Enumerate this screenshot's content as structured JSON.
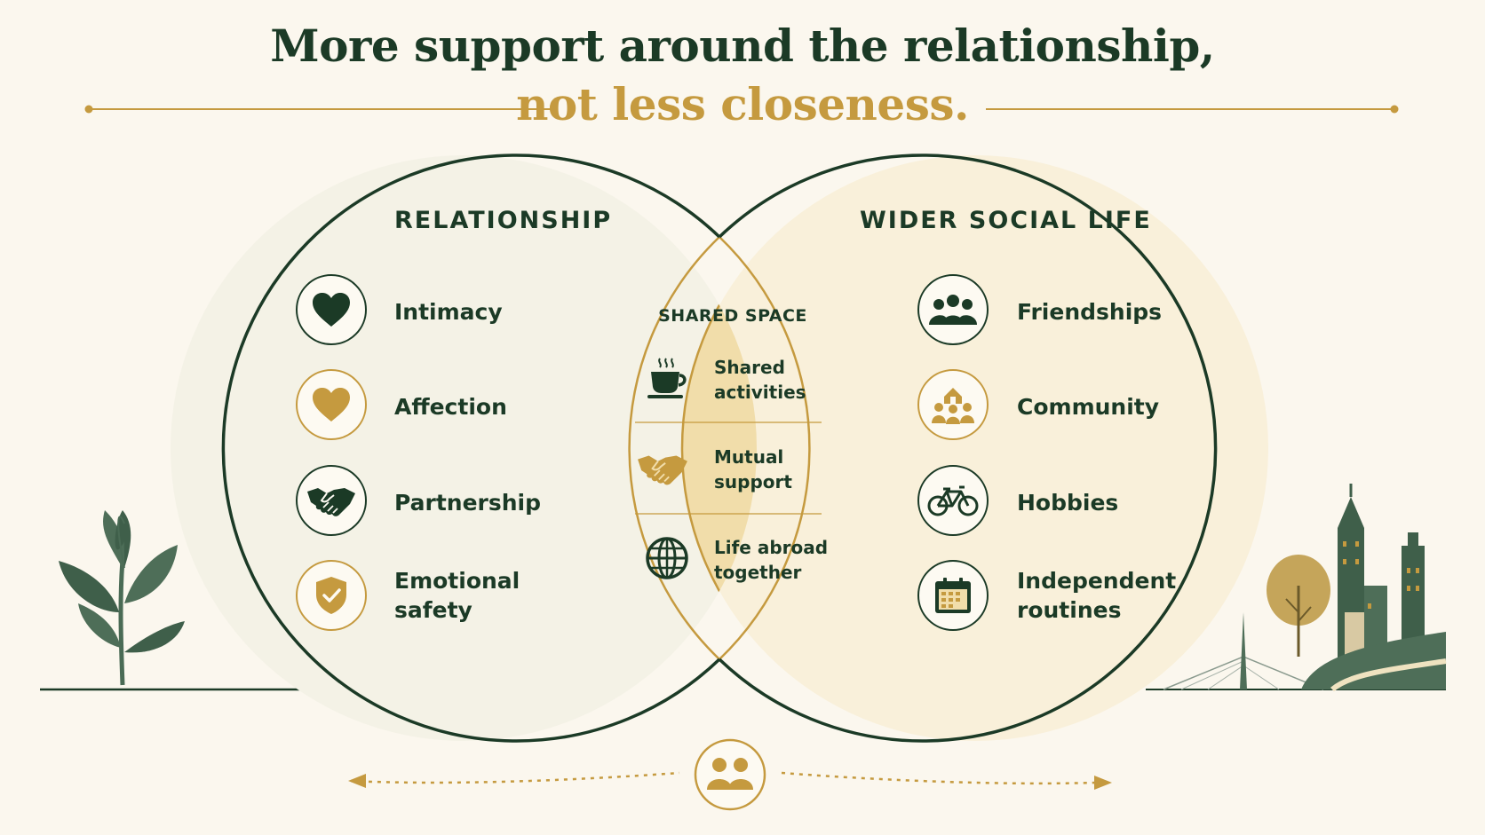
{
  "title": {
    "line1": "More support around the relationship,",
    "line2": "not less closeness."
  },
  "relationship": {
    "heading": "RELATIONSHIP",
    "items": [
      {
        "label": "Intimacy",
        "icon": "heart-icon"
      },
      {
        "label": "Affection",
        "icon": "heart-icon"
      },
      {
        "label": "Partnership",
        "icon": "handshake-icon"
      },
      {
        "label": "Emotional\nsafety",
        "icon": "shield-check-icon"
      }
    ]
  },
  "shared": {
    "heading": "SHARED SPACE",
    "items": [
      {
        "label": "Shared\nactivities",
        "icon": "coffee-cup-icon"
      },
      {
        "label": "Mutual\nsupport",
        "icon": "handshake-icon"
      },
      {
        "label": "Life abroad\ntogether",
        "icon": "globe-icon"
      }
    ]
  },
  "social": {
    "heading": "WIDER SOCIAL LIFE",
    "items": [
      {
        "label": "Friendships",
        "icon": "group-icon"
      },
      {
        "label": "Community",
        "icon": "community-icon"
      },
      {
        "label": "Hobbies",
        "icon": "bicycle-icon"
      },
      {
        "label": "Independent\nroutines",
        "icon": "calendar-icon"
      }
    ]
  },
  "colors": {
    "dark_green": "#1b3a26",
    "gold": "#c59a3f",
    "background": "#fbf7ee"
  }
}
